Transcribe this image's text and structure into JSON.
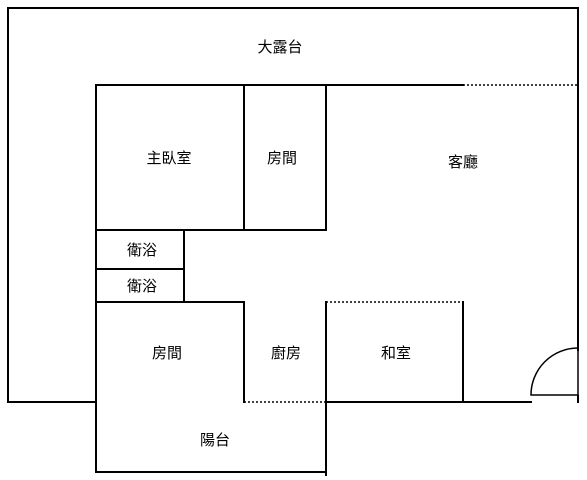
{
  "floorplan": {
    "rooms": {
      "terrace": "大露台",
      "master_bedroom": "主臥室",
      "room_top": "房間",
      "living_room": "客廳",
      "bathroom_1": "衛浴",
      "bathroom_2": "衛浴",
      "room_bottom": "房間",
      "kitchen": "廚房",
      "japanese_room": "和室",
      "balcony": "陽台"
    }
  }
}
